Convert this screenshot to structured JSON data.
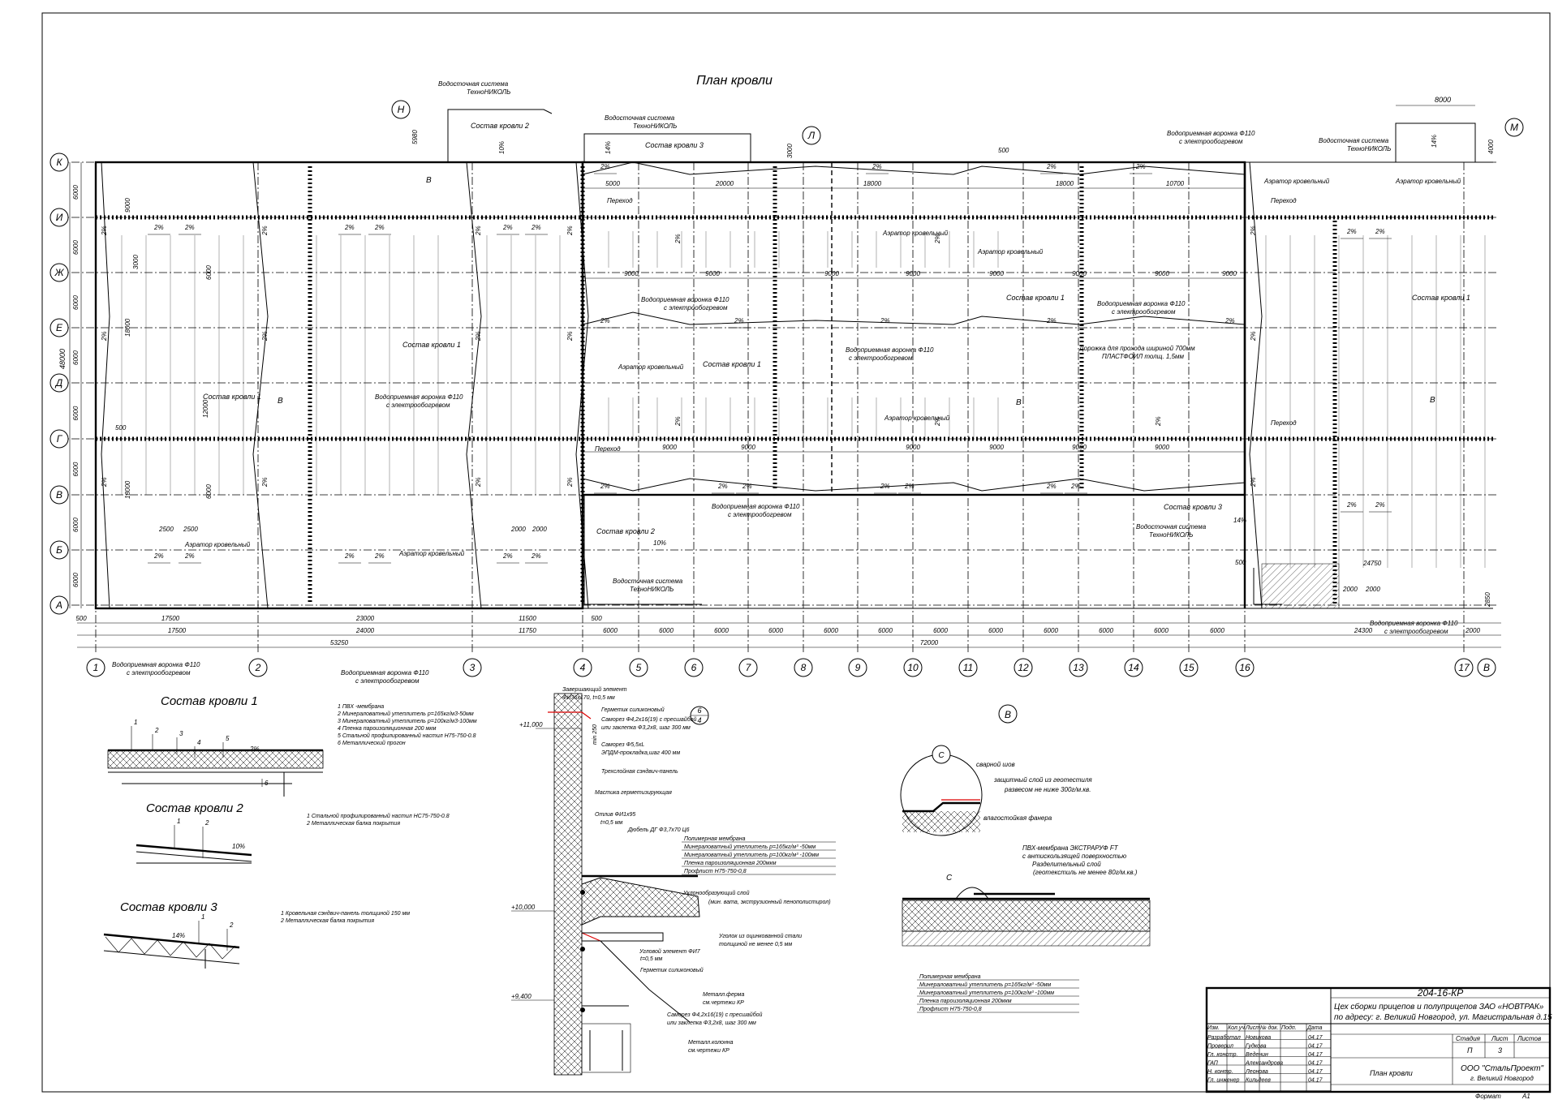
{
  "plan": {
    "title": "План кровли",
    "axes_x": [
      "1",
      "2",
      "3",
      "4",
      "5",
      "6",
      "7",
      "8",
      "9",
      "10",
      "11",
      "12",
      "13",
      "14",
      "15",
      "16",
      "17"
    ],
    "axes_x_extra": "В",
    "axes_y": [
      "К",
      "И",
      "Ж",
      "Е",
      "Д",
      "Г",
      "В",
      "Б",
      "А"
    ],
    "side_axes": {
      "left": "Н",
      "mid": "Л",
      "right": "М"
    },
    "bottom_dims_row1": [
      "500",
      "17500",
      "23000",
      "11500",
      "500"
    ],
    "bottom_dims_row2": [
      "17500",
      "24000",
      "11750",
      "6000",
      "6000",
      "6000",
      "6000",
      "6000",
      "6000",
      "6000",
      "6000",
      "6000",
      "6000",
      "6000",
      "6000",
      "24300",
      "2000"
    ],
    "bottom_dims_row3": [
      "53250",
      "72000"
    ],
    "left_dims": [
      "6000",
      "6000",
      "6000",
      "6000",
      "6000",
      "6000",
      "6000",
      "6000"
    ],
    "left_total": "48000",
    "top_dims": [
      "5000",
      "20000",
      "18000",
      "18000",
      "10700"
    ],
    "mid_dims": [
      "9000",
      "9000",
      "9000",
      "9000",
      "9000",
      "9000",
      "9000",
      "9000"
    ],
    "mid_dims2": [
      "9000",
      "9000",
      "9000",
      "9000",
      "9000",
      "9000"
    ],
    "right_top_dim": "8000",
    "dims_misc": {
      "d9000_left": "9000",
      "d18000_l": "18000",
      "d12000_l": "12000",
      "d18000_l2": "18000",
      "d3000_a": "3000",
      "d6000_a": "6000",
      "d6000_b": "6000",
      "d500_l": "500",
      "d2500_a": "2500",
      "d2500_b": "2500",
      "d2000_a": "2000",
      "d2000_b": "2000",
      "d5980": "5980",
      "d3000_l": "3000",
      "d500_r": "500",
      "d4000": "4000",
      "d24750": "24750",
      "d2850": "2850",
      "d500_b": "500",
      "d2000_c": "2000",
      "d2000_d": "2000"
    },
    "slope": "2%",
    "slope10": "10%",
    "slope14": "14%",
    "labels": {
      "drain_system": "Водосточная система",
      "technonicol": "ТехноНИКОЛЬ",
      "roof1": "Состав кровли 1",
      "roof2": "Состав кровли 2",
      "roof3": "Состав кровли 3",
      "funnel": "Водоприемная воронка Ф110",
      "heating": "с электрообогревом",
      "aerator": "Аэратор кровельный",
      "transition": "Переход",
      "path1": "Дорожка для прохода шириной 700мм",
      "path2": "ПЛАСТФОИЛ толщ. 1,5мм",
      "section_mark": "В"
    }
  },
  "roof1": {
    "title": "Состав кровли 1",
    "items": [
      "1   ПВХ -мембрана",
      "2   Минераловатный утеплитель р=165кг/м3-50мм",
      "3   Минераловатный утеплитель р=100кг/м3-100мм",
      "4   Пленка пароизоляционная 200 мкм",
      "5   Стальной профилированный настил Н75-750-0.8",
      "6   Металлический прогон"
    ],
    "callouts": [
      "1",
      "2",
      "3",
      "4",
      "5",
      "6"
    ],
    "slope": "2%"
  },
  "roof2": {
    "title": "Состав кровли 2",
    "items": [
      "1   Стальной профилированный настил НС75-750-0.8",
      "2   Металлическая балка покрытия"
    ],
    "callouts": [
      "1",
      "2"
    ],
    "slope": "10%"
  },
  "roof3": {
    "title": "Состав кровли 3",
    "items": [
      "1   Кровельная сэндвич-панель толщиной 150 мм",
      "2   Металлическая балка покрытия"
    ],
    "callouts": [
      "1",
      "2"
    ],
    "slope": "14%"
  },
  "node6": {
    "mark_top": "6",
    "mark_bottom": "4",
    "levels": [
      "+11,000",
      "+10,000",
      "+9,400"
    ],
    "dim": "min 250",
    "notes": [
      "Завершающий элемент",
      "ФИ36х170, t=0,5 мм",
      "Герметик силиконовый",
      "Саморез Ф4,2х16(19) с пресшайбой",
      "или заклепка Ф3,2х8, шаг 300 мм",
      "Саморез Ф5,5хL",
      "ЭПДМ-прокладка,шаг 400 мм",
      "Трехслойная сэндвич-панель",
      "Мастика герметизирующая",
      "Отлив ФИ1х95",
      "t=0,5 мм",
      "Дюбель ДГ Ф3,7х70 Ц6",
      "Уклонообразующий слой",
      "(мин. вата, экструзионный пенополистирол)",
      "Уголок из оцинкованной стали",
      "толщиной не менее 0,5 мм",
      "Угловой элемент ФИ7",
      "t=0,5 мм",
      "Герметик силиконовый",
      "Металл.ферма",
      "см.чертежи КР",
      "Саморез Ф4,2х16(19) с пресшайбой",
      "или заклепка Ф3,2х8, шаг 300 мм",
      "Металл.колонна",
      "см.чертежи КР"
    ],
    "layers": [
      "Полимерная мембрана",
      "Минераловатный утеплитель р=165кг/м³ -50мм",
      "Минераловатный утеплитель р=100кг/м³ -100мм",
      "Пленка пароизоляционная 200мкм",
      "Профлист Н75-750-0,8"
    ]
  },
  "nodeV": {
    "mark": "В",
    "c_mark": "С",
    "notes": [
      "сварной шов",
      "защитный слой из геотестиля",
      "развесом не ниже 300г/м.кв.",
      "влагостойкая фанера",
      "ПВХ-мембрана ЭКСТРАРУФ FT",
      "с антискользящей поверхностью",
      "Разделительный слой",
      "(геотекстиль не менее 80г/м.кв.)"
    ],
    "layers": [
      "Полимерная мембрана",
      "Минераловатный утеплитель р=165кг/м³ -50мм",
      "Минераловатный утеплитель р=100кг/м³ -100мм",
      "Пленка пароизоляционная 200мкм",
      "Профлист Н75-750-0,8"
    ]
  },
  "stamp": {
    "code": "204-16-КР",
    "project1": "Цех сборки прицепов и полуприцепов ЗАО «НОВТРАК»",
    "project2": "по адресу: г. Великий Новгород, ул. Магистральная д.15",
    "head": [
      "Изм.",
      "Кол.уч",
      "Лист",
      "№ док.",
      "Подп.",
      "Дата"
    ],
    "people": [
      {
        "role": "Разработал",
        "name": "Новикова",
        "date": "04.17"
      },
      {
        "role": "Проверил",
        "name": "Гудкова",
        "date": "04.17"
      },
      {
        "role": "Гл. констр.",
        "name": "Веденин",
        "date": "04.17"
      },
      {
        "role": "ГАП",
        "name": "Александрова",
        "date": "04.17"
      },
      {
        "role": "Н. контр.",
        "name": "Леонова",
        "date": "04.17"
      },
      {
        "role": "Гл. инженер",
        "name": "Кильдеев",
        "date": "04.17"
      }
    ],
    "stage_head": [
      "Стадия",
      "Лист",
      "Листов"
    ],
    "stage": "П",
    "sheet": "3",
    "sheets": "",
    "sheet_name": "План кровли",
    "company": "ООО \"СтальПроект\"",
    "city": "г. Великий Новгород",
    "format_label": "Формат",
    "format": "А1"
  }
}
